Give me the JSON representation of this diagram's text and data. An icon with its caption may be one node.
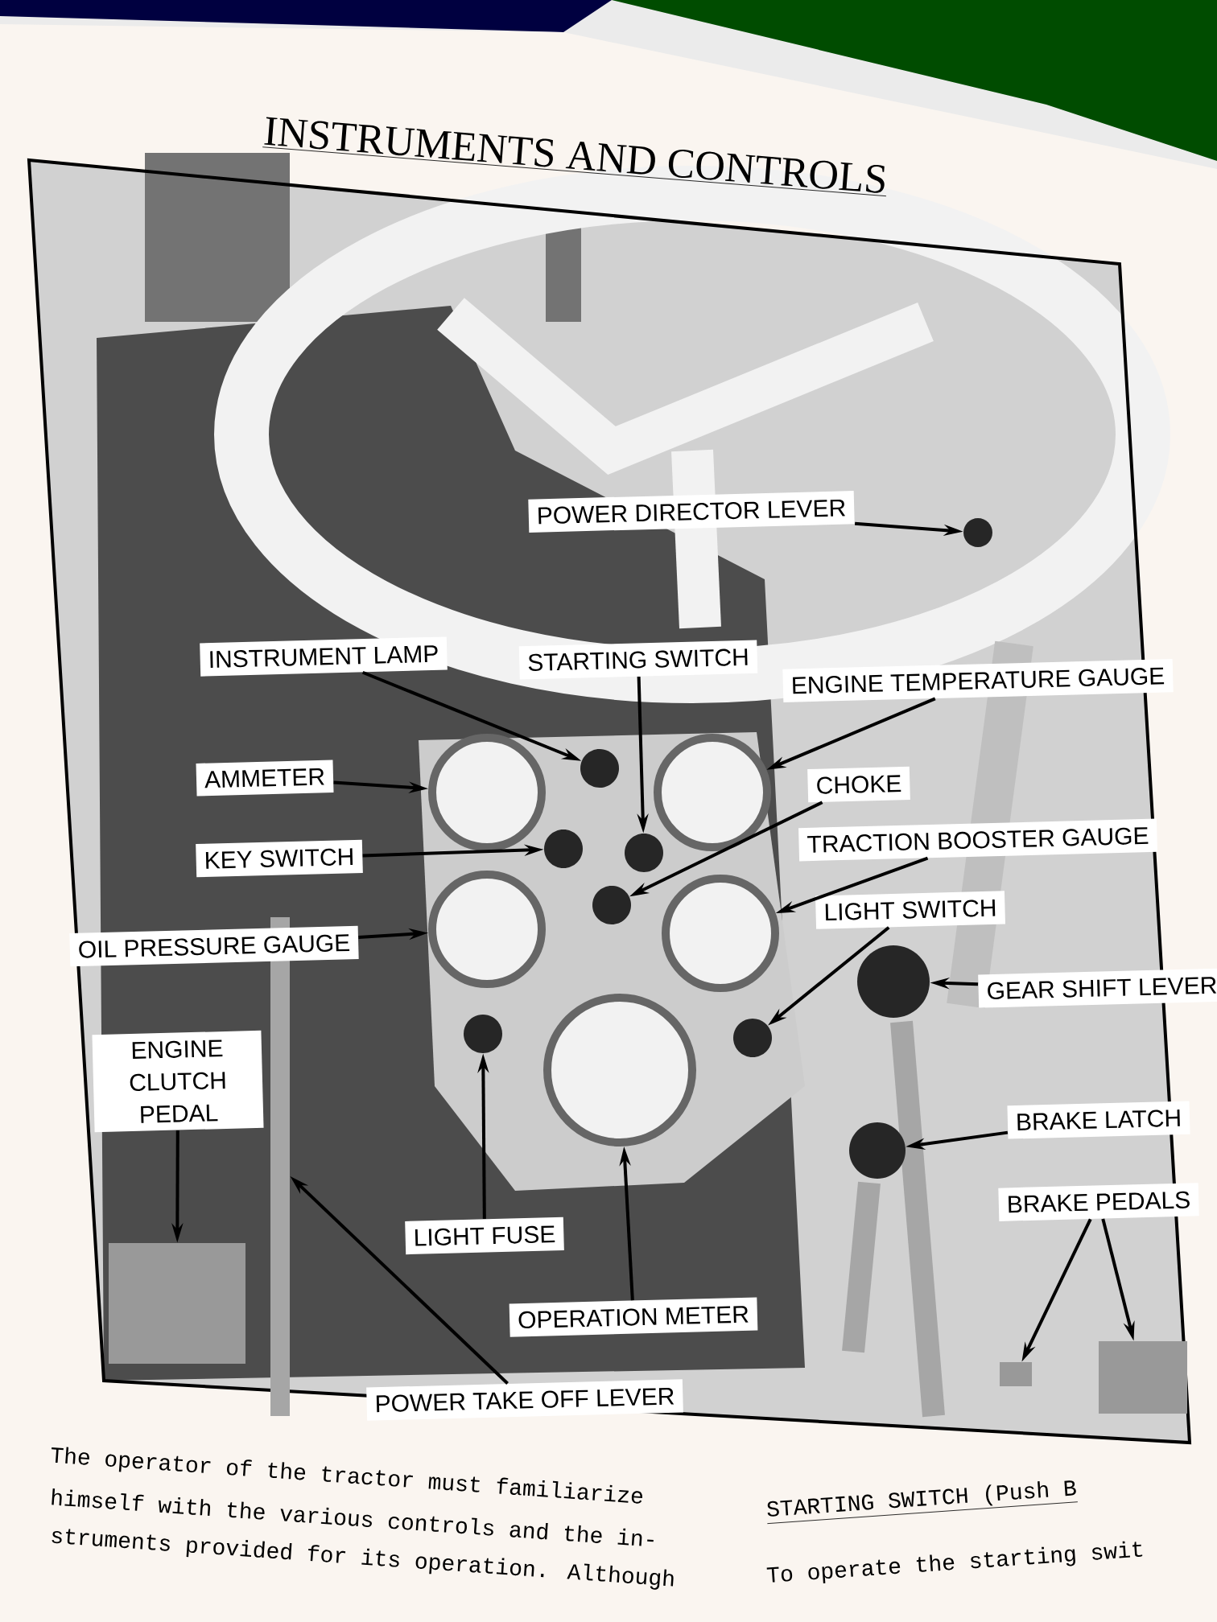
{
  "diagram": {
    "title": "INSTRUMENTS AND CONTROLS",
    "nodes": [
      {
        "text": [
          "POWER DIRECTOR LEVER"
        ]
      },
      {
        "text": [
          "INSTRUMENT LAMP"
        ]
      },
      {
        "text": [
          "STARTING SWITCH"
        ]
      },
      {
        "text": [
          "ENGINE TEMPERATURE GAUGE"
        ]
      },
      {
        "text": [
          "AMMETER"
        ]
      },
      {
        "text": [
          "CHOKE"
        ]
      },
      {
        "text": [
          "KEY SWITCH"
        ]
      },
      {
        "text": [
          "TRACTION BOOSTER GAUGE"
        ]
      },
      {
        "text": [
          "LIGHT SWITCH"
        ]
      },
      {
        "text": [
          "OIL PRESSURE GAUGE"
        ]
      },
      {
        "text": [
          "GEAR SHIFT LEVER"
        ]
      },
      {
        "text": [
          "ENGINE CLUTCH PEDAL"
        ]
      },
      {
        "text": [
          "BRAKE LATCH"
        ]
      },
      {
        "text": [
          "BRAKE PEDALS"
        ]
      },
      {
        "text": [
          "LIGHT FUSE"
        ]
      },
      {
        "text": [
          "OPERATION METER"
        ]
      },
      {
        "text": [
          "POWER TAKE OFF LEVER"
        ]
      },
      {
        "text": [],
        "shape": "circle"
      },
      {
        "text": [],
        "shape": "circle"
      },
      {
        "text": [],
        "shape": "circle"
      },
      {
        "text": [],
        "shape": "circle"
      },
      {
        "text": [],
        "shape": "circle"
      },
      {
        "text": [],
        "shape": "circle"
      },
      {
        "text": [],
        "shape": "circle"
      },
      {
        "text": [],
        "shape": "circle"
      },
      {
        "text": [],
        "shape": "circle"
      },
      {
        "text": [],
        "shape": "circle"
      },
      {
        "text": [],
        "shape": "circle"
      },
      {
        "text": [],
        "shape": "box"
      },
      {
        "text": [],
        "shape": "circle"
      },
      {
        "text": [],
        "shape": "box"
      },
      {
        "text": [],
        "shape": "box"
      },
      {
        "text": [],
        "shape": "circle"
      },
      {
        "text": [],
        "shape": "circle"
      },
      {
        "text": [],
        "shape": "bar"
      }
    ],
    "edges": [
      {
        "from": 0,
        "to": 17,
        "arrow": "to"
      },
      {
        "from": 1,
        "to": 18,
        "arrow": "to"
      },
      {
        "from": 2,
        "to": 19,
        "arrow": "to"
      },
      {
        "from": 3,
        "to": 20,
        "arrow": "to"
      },
      {
        "from": 4,
        "to": 21,
        "arrow": "to"
      },
      {
        "from": 5,
        "to": 22,
        "arrow": "to"
      },
      {
        "from": 6,
        "to": 23,
        "arrow": "to"
      },
      {
        "from": 7,
        "to": 24,
        "arrow": "to"
      },
      {
        "from": 8,
        "to": 25,
        "arrow": "to"
      },
      {
        "from": 9,
        "to": 26,
        "arrow": "to"
      },
      {
        "from": 10,
        "to": 27,
        "arrow": "to"
      },
      {
        "from": 11,
        "to": 28,
        "arrow": "to"
      },
      {
        "from": 12,
        "to": 29,
        "arrow": "to"
      },
      {
        "from": 13,
        "to": 30,
        "arrow": "to"
      },
      {
        "from": 13,
        "to": 31,
        "arrow": "to"
      },
      {
        "from": 14,
        "to": 32,
        "arrow": "to"
      },
      {
        "from": 15,
        "to": 33,
        "arrow": "to"
      },
      {
        "from": 16,
        "to": 34,
        "arrow": "to"
      }
    ],
    "labels": [
      "The operator of the tractor must familiarize",
      "himself with the various controls and the in-",
      "struments provided for its operation. Although",
      "STARTING SWITCH (Push B",
      "To operate the starting swit"
    ]
  }
}
